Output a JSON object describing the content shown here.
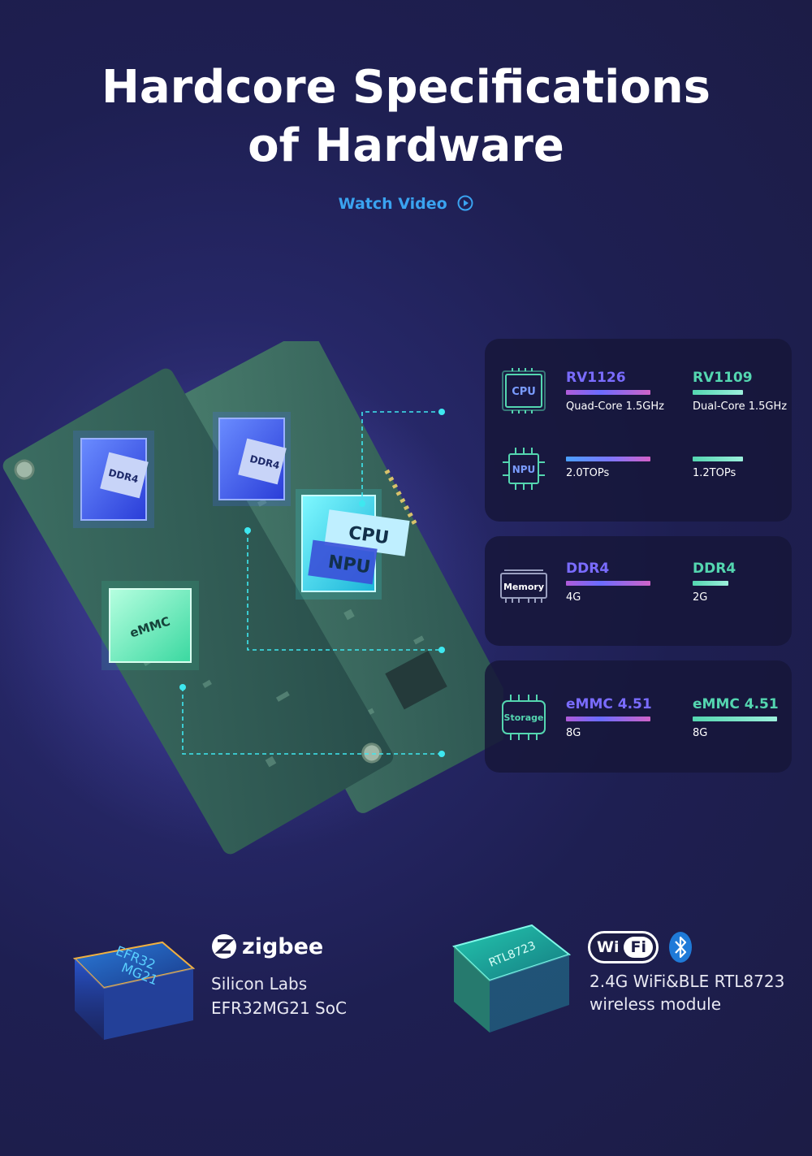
{
  "header": {
    "title_line1": "Hardcore Specifications",
    "title_line2": "of Hardware",
    "watch_video": "Watch Video"
  },
  "board": {
    "labels": {
      "ddr4_left": "DDR4",
      "ddr4_right": "DDR4",
      "cpu": "CPU",
      "npu": "NPU",
      "emmc": "eMMC"
    }
  },
  "specs": {
    "processor": {
      "cpu_icon_label": "CPU",
      "npu_icon_label": "NPU",
      "col1": {
        "name": "RV1126",
        "cpu_detail": "Quad-Core 1.5GHz",
        "npu_detail": "2.0TOPs",
        "cpu_bar": 1.0,
        "npu_bar": 1.0
      },
      "col2": {
        "name": "RV1109",
        "cpu_detail": "Dual-Core 1.5GHz",
        "npu_detail": "1.2TOPs",
        "cpu_bar": 0.6,
        "npu_bar": 0.6
      }
    },
    "memory": {
      "icon_label": "Memory",
      "col1": {
        "name": "DDR4",
        "detail": "4G",
        "bar": 1.0
      },
      "col2": {
        "name": "DDR4",
        "detail": "2G",
        "bar": 0.44
      }
    },
    "storage": {
      "icon_label": "Storage",
      "col1": {
        "name": "eMMC 4.51",
        "detail": "8G",
        "bar": 1.0
      },
      "col2": {
        "name": "eMMC 4.51",
        "detail": "8G",
        "bar": 1.0
      }
    }
  },
  "features": {
    "zigbee": {
      "chip_line1": "EFR32",
      "chip_line2": "MG21",
      "logo_text": "zigbee",
      "line1": "Silicon Labs",
      "line2": "EFR32MG21 SoC"
    },
    "wifi": {
      "chip_label": "RTL8723",
      "logo_wi": "Wi",
      "logo_fi": "Fi",
      "line1": "2.4G WiFi&BLE RTL8723",
      "line2": "wireless module"
    }
  },
  "colors": {
    "accent_blue": "#3aa3f0",
    "purple": "#7a6cff",
    "teal": "#54d6b0",
    "cyan": "#3ee8f0",
    "bluetooth": "#1f7ad8"
  }
}
